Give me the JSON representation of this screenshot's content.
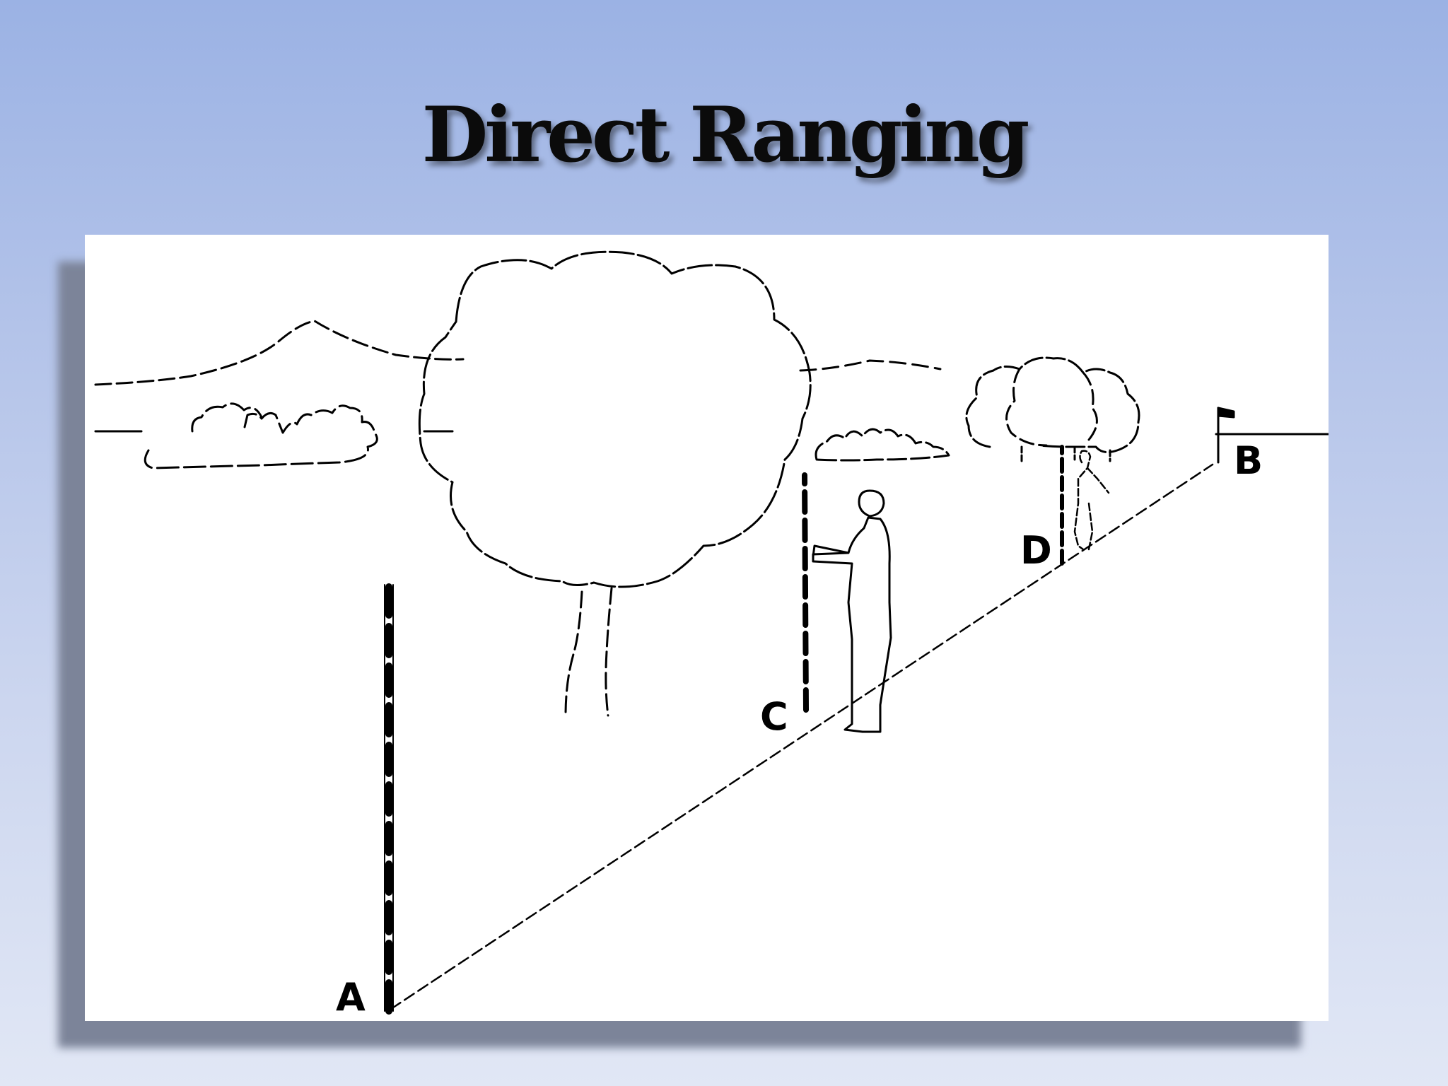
{
  "slide": {
    "title": "Direct Ranging"
  },
  "diagram": {
    "points": {
      "a": "A",
      "b": "B",
      "c": "C",
      "d": "D"
    }
  }
}
